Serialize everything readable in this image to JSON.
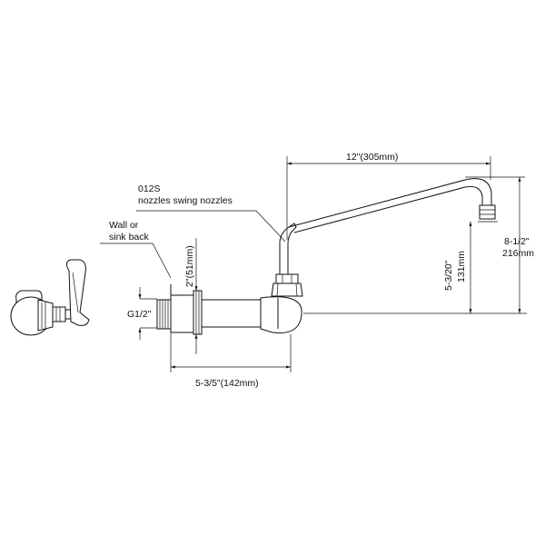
{
  "labels": {
    "model": "012S",
    "model_desc": "nozzles swing nozzles",
    "wall_line1": "Wall or",
    "wall_line2": "sink back",
    "spout_reach": "12\"(305mm)",
    "total_height_in": "8-1/2\"",
    "total_height_mm": "216mm",
    "spout_height_in": "5-3/20\"",
    "spout_height_mm": "131mm",
    "centerline_height": "2\"(51mm)",
    "inlet_thread": "G1/2\"",
    "projection": "5-3/5\"(142mm)"
  }
}
